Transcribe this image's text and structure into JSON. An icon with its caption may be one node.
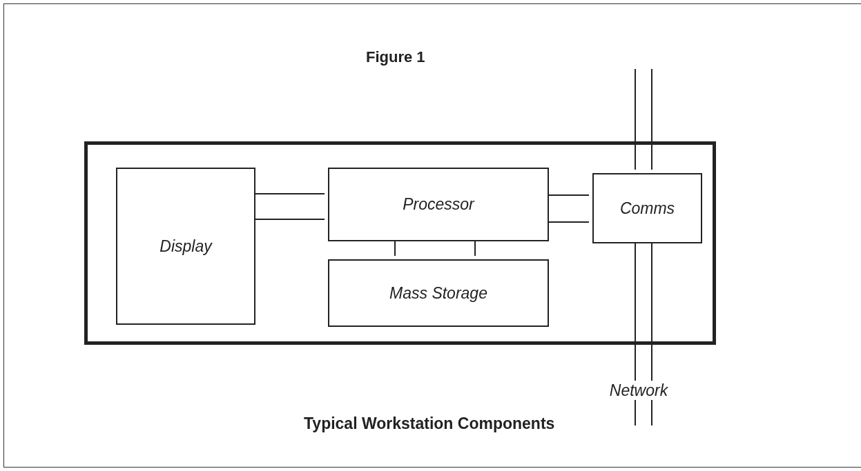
{
  "diagram": {
    "title": "Figure 1",
    "caption": "Typical Workstation Components",
    "nodes": [
      {
        "text": [],
        "shape": "box"
      },
      {
        "text": [
          "Display"
        ],
        "in": 0
      },
      {
        "text": [
          "Processor"
        ],
        "in": 0
      },
      {
        "text": [
          "Mass Storage"
        ],
        "in": 0
      },
      {
        "text": [
          "Comms"
        ],
        "in": 0
      },
      {
        "text": [
          "Network"
        ]
      }
    ],
    "edges": [
      {
        "from": 1,
        "to": 2,
        "arrow": "none"
      },
      {
        "from": 1,
        "to": 2,
        "arrow": "none"
      },
      {
        "from": 2,
        "to": 3,
        "arrow": "none"
      },
      {
        "from": 2,
        "to": 3,
        "arrow": "none"
      },
      {
        "from": 2,
        "to": 4,
        "arrow": "none"
      },
      {
        "from": 2,
        "to": 4,
        "arrow": "none"
      },
      {
        "from": null,
        "to": 4,
        "arrow": "none"
      },
      {
        "from": null,
        "to": 4,
        "arrow": "none"
      },
      {
        "from": 4,
        "to": 5,
        "arrow": "none"
      },
      {
        "from": 4,
        "to": 5,
        "arrow": "none"
      },
      {
        "from": 5,
        "to": null,
        "arrow": "none"
      },
      {
        "from": 5,
        "to": null,
        "arrow": "none"
      }
    ]
  }
}
